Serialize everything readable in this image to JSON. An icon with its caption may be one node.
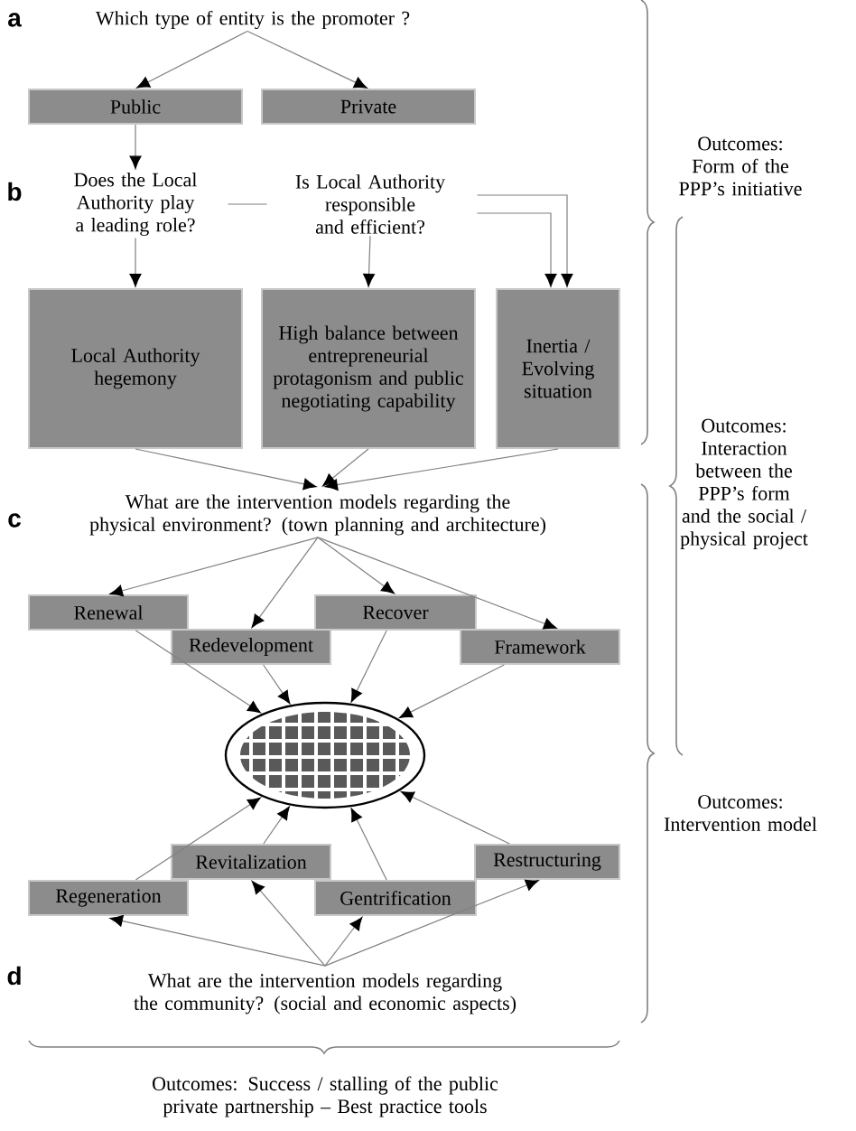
{
  "diagram": {
    "nodes": [
      {
        "text": [
          "Which type of entity is the promoter ?"
        ]
      },
      {
        "text": [
          "Public"
        ]
      },
      {
        "text": [
          "Private"
        ]
      },
      {
        "text": [
          "Does the Local Authority play a leading role?"
        ]
      },
      {
        "text": [
          "Is Local Authority responsible and efficient?"
        ]
      },
      {
        "text": [
          "Local Authority hegemony"
        ]
      },
      {
        "text": [
          "High balance between entrepreneurial protagonism and public negotiating capability"
        ]
      },
      {
        "text": [
          "Inertia / Evolving situation"
        ]
      },
      {
        "text": [
          "What are the intervention models regarding the physical environment? (town planning and architecture)"
        ]
      },
      {
        "text": [
          "Renewal"
        ]
      },
      {
        "text": [
          "Redevelopment"
        ]
      },
      {
        "text": [
          "Recover"
        ]
      },
      {
        "text": [
          "Framework"
        ]
      },
      {
        "text": [],
        "shape": "ellipse"
      },
      {
        "text": [
          "Revitalization"
        ]
      },
      {
        "text": [
          "Restructuring"
        ]
      },
      {
        "text": [
          "Regeneration"
        ]
      },
      {
        "text": [
          "Gentrification"
        ]
      },
      {
        "text": [
          "What are the intervention models regarding the community? (social and economic aspects)"
        ]
      }
    ],
    "edges": [
      {
        "from": 0,
        "to": 1,
        "arrow": "to"
      },
      {
        "from": 0,
        "to": 2,
        "arrow": "to"
      },
      {
        "from": 1,
        "to": 3,
        "arrow": "to"
      },
      {
        "from": 3,
        "to": 4,
        "arrow": "none"
      },
      {
        "from": 3,
        "to": 5,
        "arrow": "to"
      },
      {
        "from": 4,
        "to": 6,
        "arrow": "to"
      },
      {
        "from": 4,
        "to": 7,
        "arrow": "to"
      },
      {
        "from": 4,
        "to": 7,
        "arrow": "to"
      },
      {
        "from": 5,
        "to": 8,
        "arrow": "to"
      },
      {
        "from": 6,
        "to": 8,
        "arrow": "to"
      },
      {
        "from": 7,
        "to": 8,
        "arrow": "to"
      },
      {
        "from": 8,
        "to": 9,
        "arrow": "to"
      },
      {
        "from": 8,
        "to": 10,
        "arrow": "to"
      },
      {
        "from": 8,
        "to": 11,
        "arrow": "to"
      },
      {
        "from": 8,
        "to": 12,
        "arrow": "to"
      },
      {
        "from": 9,
        "to": 13,
        "arrow": "to"
      },
      {
        "from": 10,
        "to": 13,
        "arrow": "to"
      },
      {
        "from": 11,
        "to": 13,
        "arrow": "to"
      },
      {
        "from": 12,
        "to": 13,
        "arrow": "to"
      },
      {
        "from": 16,
        "to": 13,
        "arrow": "to"
      },
      {
        "from": 14,
        "to": 13,
        "arrow": "to"
      },
      {
        "from": 17,
        "to": 13,
        "arrow": "to"
      },
      {
        "from": 15,
        "to": 13,
        "arrow": "to"
      },
      {
        "from": 18,
        "to": 16,
        "arrow": "to"
      },
      {
        "from": 18,
        "to": 14,
        "arrow": "to"
      },
      {
        "from": 18,
        "to": 17,
        "arrow": "to"
      },
      {
        "from": 18,
        "to": 15,
        "arrow": "to"
      }
    ],
    "labels": [
      "a",
      "Outcomes: Form of the PPP’s initiative",
      "b",
      "Outcomes: Interaction between the PPP’s form and the social / physical project",
      "c",
      "Outcomes: Intervention model",
      "d",
      "Outcomes: Success / stalling of the public private partnership – Best practice tools"
    ]
  }
}
